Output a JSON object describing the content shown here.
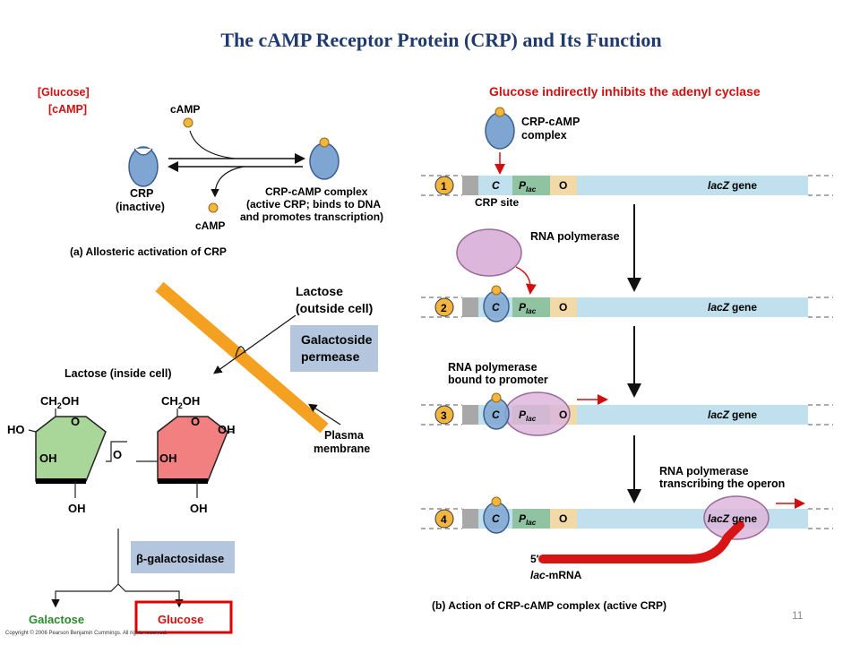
{
  "title": "The cAMP Receptor Protein (CRP) and Its Function",
  "panel_a": {
    "glucose_label": "[Glucose]",
    "camp_level_label": "[cAMP]",
    "camp_top": "cAMP",
    "camp_bottom": "cAMP",
    "crp_label_1": "CRP",
    "crp_label_2": "(inactive)",
    "complex_label_1": "CRP-cAMP complex",
    "complex_label_2": "(active CRP; binds to DNA",
    "complex_label_3": "and promotes transcription)",
    "caption": "(a) Allosteric activation of CRP"
  },
  "lactose": {
    "outside_1": "Lactose",
    "outside_2": "(outside cell)",
    "permease_1": "Galactoside",
    "permease_2": "permease",
    "inside": "Lactose (inside cell)",
    "membrane_1": "Plasma",
    "membrane_2": "membrane",
    "ring_ch2oh": "CH",
    "ring_sub2": "2",
    "ring_oh": "OH",
    "ring_ho": "HO",
    "ring_o": "O",
    "enzyme": "β-galactosidase",
    "galactose": "Galactose",
    "glucose": "Glucose"
  },
  "panel_b": {
    "header": "Glucose indirectly inhibits the adenyl cyclase",
    "crp_camp_1": "CRP-cAMP",
    "crp_camp_2": "complex",
    "crp_site": "CRP site",
    "rna_pol": "RNA polymerase",
    "bound_1": "RNA polymerase",
    "bound_2": "bound to promoter",
    "transcribing_1": "RNA polymerase",
    "transcribing_2": "transcribing the operon",
    "seg_c": "C",
    "seg_p": "P",
    "seg_p_sub": "lac",
    "seg_o": "O",
    "gene": "lacZ",
    "gene_word": "gene",
    "five_prime": "5′",
    "mrna": "lac",
    "mrna_suffix": "-mRNA",
    "steps": [
      "1",
      "2",
      "3",
      "4"
    ],
    "caption": "(b) Action of CRP-cAMP complex (active CRP)"
  },
  "page_number": "11",
  "copyright": "Copyright © 2006 Pearson Benjamin Cummings. All rights reserved.",
  "colors": {
    "title": "#1f3a6e",
    "red_text": "#d01010",
    "dna_blue": "#bfe0ec",
    "promoter_green": "#8fc3a2",
    "operator_tan": "#f1d9a8",
    "crp_blue": "#7fa6d2",
    "camp_orange": "#f2b540",
    "rna_pol_pink": "#ddb6dc",
    "membrane_orange": "#f4a020",
    "galactose_green": "#a9d79a",
    "glucose_pink": "#f28080",
    "enzyme_box": "#b3c6dd",
    "mrna_red": "#d81515"
  }
}
